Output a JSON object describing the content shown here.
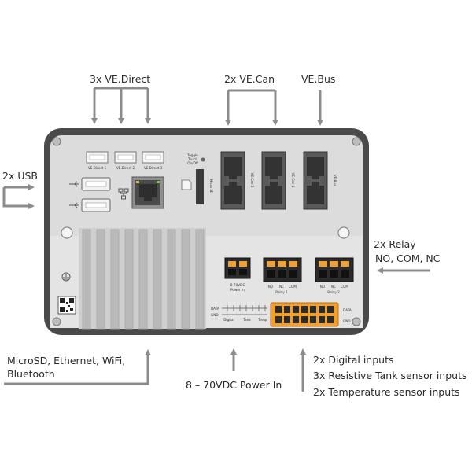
{
  "labels": {
    "ve_direct": "3x VE.Direct",
    "ve_can": "2x VE.Can",
    "ve_bus": "VE.Bus",
    "usb": "2x USB",
    "relay_line1": "2x Relay",
    "relay_line2": "NO, COM, NC",
    "connectivity_line1": "MicroSD, Ethernet, WiFi,",
    "connectivity_line2": "Bluetooth",
    "power_in": "8 – 70VDC Power In",
    "inputs_line1": "2x Digital inputs",
    "inputs_line2": "3x Resistive Tank sensor inputs",
    "inputs_line3": "2x Temperature sensor inputs"
  },
  "device_text": {
    "ve_direct_1": "VE.Direct 1",
    "ve_direct_2": "VE.Direct 2",
    "ve_direct_3": "VE.Direct 3",
    "toggle_top": "Toggle",
    "toggle_mid": "Touch",
    "toggle_bot": "On/Off",
    "micro_sd": "Micro SD",
    "ve_can_2": "VE.Can 2",
    "ve_can_1": "VE.Can 1",
    "ve_bus": "VE.Bus",
    "power_in_top": "8-70VDC",
    "power_in_bot": "Power In",
    "relay_1": "Relay 1",
    "relay_2": "Relay 2",
    "relay_pins": [
      "NO",
      "NC",
      "COM"
    ],
    "io_left_top": "DATA",
    "io_left_bot": "GND",
    "io_right_top": "DATA",
    "io_right_bot": "GND",
    "io_digital": "Digital",
    "io_tank": "Tank",
    "io_temp": "Temp"
  },
  "colors": {
    "arrow": "#8c8c8c",
    "frame": "#4a4a4a",
    "panel": "#dcdcdc",
    "heatsink": "#c6c6c6",
    "orange": "#f0a033"
  }
}
